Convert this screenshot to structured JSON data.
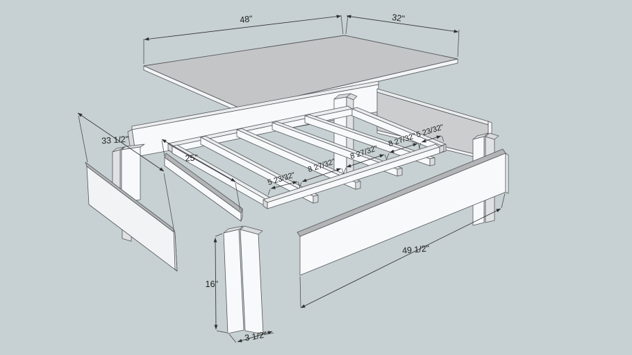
{
  "colors": {
    "bg": "#c7d0d2",
    "line": "#53565a",
    "dim": "#2e2f31",
    "dim-text": "#1d1e1f",
    "table-top": "#c4c5c7",
    "table-edge": "#f2f4f5",
    "wood-face": "#f7f9fa",
    "wood-top": "#eaeced",
    "wood-cap": "#d8dadc",
    "wood-shade": "#dfe1e3",
    "edge-dark": "#b2b4b6",
    "panel-shade": "#cbcdcf",
    "panel-face": "#f1f3f4"
  },
  "dimensions": {
    "top_length": {
      "text": "48\""
    },
    "top_width": {
      "text": "32\""
    },
    "side_panel": {
      "text": "33 1/2\""
    },
    "slat": {
      "text": "25\""
    },
    "gap_1": {
      "text": "5 23/32\""
    },
    "gap_2": {
      "text": "8 27/32\""
    },
    "gap_3": {
      "text": "8 27/32\""
    },
    "gap_4": {
      "text": "8 27/32\""
    },
    "gap_5": {
      "text": "5 23/32\""
    },
    "front_panel": {
      "text": "49 1/2\""
    },
    "leg_height": {
      "text": "16\""
    },
    "leg_width": {
      "text": "3 1/2\""
    }
  }
}
